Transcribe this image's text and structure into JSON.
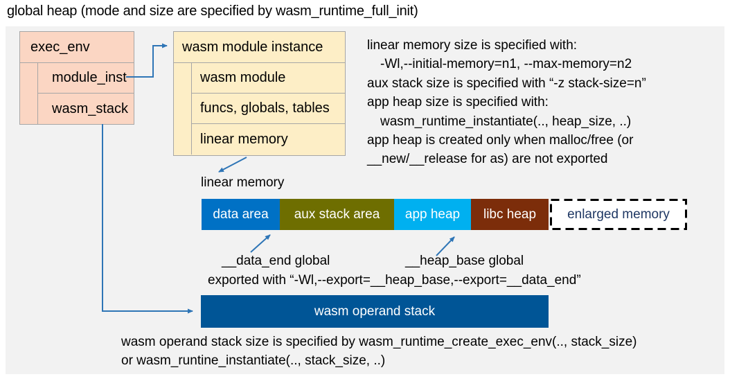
{
  "title": "global heap (mode and size are specified by wasm_runtime_full_init)",
  "exec_env": {
    "header": "exec_env",
    "rows": [
      "module_inst",
      "wasm_stack"
    ]
  },
  "module_instance": {
    "header": "wasm module instance",
    "rows": [
      "wasm module",
      "funcs, globals, tables",
      "linear memory"
    ]
  },
  "notes_right": {
    "lines": [
      "linear memory size is specified with:",
      "-Wl,--initial-memory=n1, --max-memory=n2",
      "aux stack size is specified with “-z stack-size=n”",
      "app heap size is specified with:",
      "wasm_runtime_instantiate(.., heap_size, ..)",
      "app heap is created only when malloc/free (or",
      "__new/__release for as) are not exported"
    ]
  },
  "linear_memory": {
    "label": "linear memory",
    "segments": [
      {
        "label": "data area",
        "color": "#0071C5"
      },
      {
        "label": "aux stack area",
        "color": "#6E6E00"
      },
      {
        "label": "app heap",
        "color": "#00B0F0"
      },
      {
        "label": "libc heap",
        "color": "#7C2D0A"
      }
    ],
    "enlarged_label": "enlarged memory"
  },
  "globals_annotation": {
    "data_end": "__data_end global",
    "heap_base": "__heap_base global",
    "exported": "exported with “-Wl,--export=__heap_base,--export=__data_end”"
  },
  "operand_stack": {
    "label": "wasm operand stack",
    "note_line1": "wasm operand stack size is specified by wasm_runtime_create_exec_env(.., stack_size)",
    "note_line2": "or wasm_runtine_instantiate(.., stack_size, ..)"
  },
  "colors": {
    "canvas_bg": "#F2F2F2",
    "exec_env_fill": "#FBD6C3",
    "module_instance_fill": "#FDEEC6",
    "box_border": "#A6A6A6",
    "connector_blue": "#2E75B6",
    "operand_stack_fill": "#005596",
    "enlarged_text": "#1F3864"
  }
}
